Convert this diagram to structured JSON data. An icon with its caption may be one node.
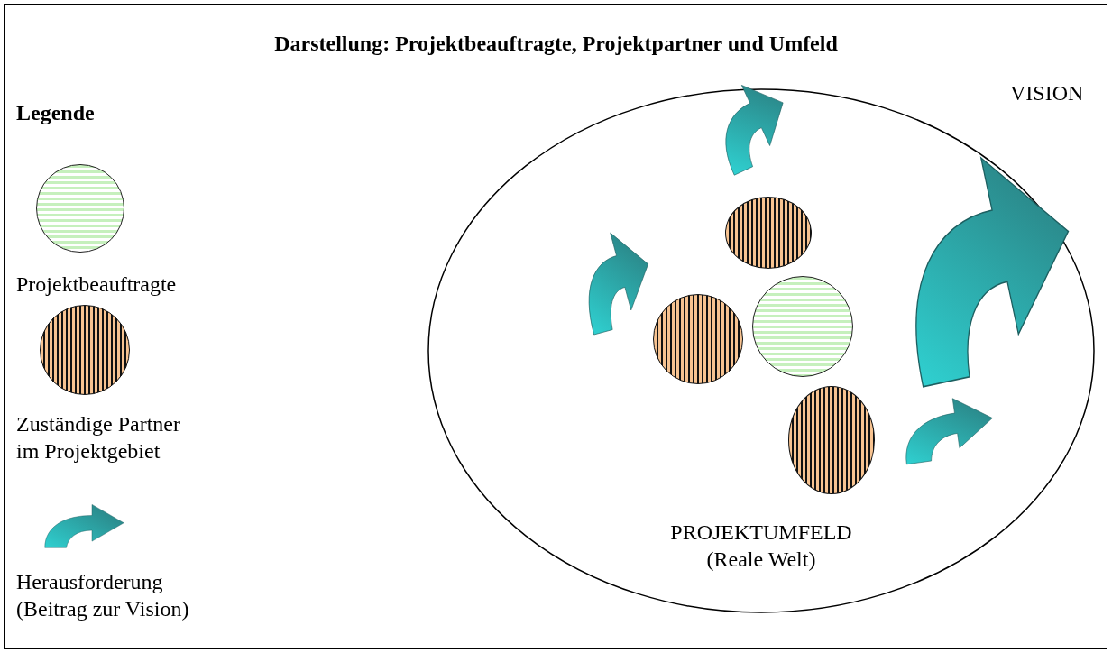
{
  "diagram": {
    "title": "Darstellung: Projektbeauftragte, Projektpartner und  Umfeld",
    "nodes": [
      {
        "text": [
          "PROJEKTUMFELD (Reale Welt)"
        ]
      },
      {
        "text": [],
        "shape": "circle",
        "in": 0
      },
      {
        "text": [],
        "shape": "circle",
        "in": 0
      },
      {
        "text": [],
        "shape": "circle",
        "in": 0
      },
      {
        "text": [],
        "shape": "circle",
        "in": 0
      }
    ],
    "edges": [],
    "labels": [
      "Legende",
      "VISION"
    ],
    "legend": [
      {
        "text": "Projektbeauftragte"
      },
      {
        "text": "Zuständige Partner im Projektgebiet"
      },
      {
        "text": "Herausforderung (Beitrag zur Vision)"
      }
    ]
  }
}
